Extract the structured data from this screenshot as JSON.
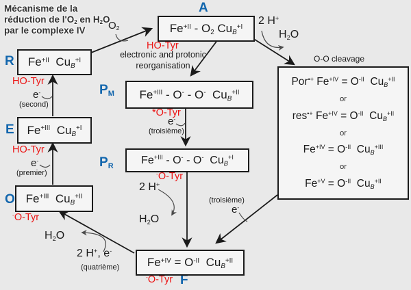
{
  "colors": {
    "background": "#e9e9e9",
    "box_fill": "#f5f5f5",
    "box_border": "#1b1b1b",
    "state_blue": "#1266ad",
    "tyr_red": "#ec1313",
    "text": "#1b1b1b"
  },
  "title": {
    "line1": [
      {
        "t": "Mécanisme de la"
      }
    ],
    "line2": [
      {
        "t": "réduction de l'O"
      },
      {
        "t": "2",
        "s": "sub"
      },
      {
        "t": " en H"
      },
      {
        "t": "2",
        "s": "sub"
      },
      {
        "t": "O"
      }
    ],
    "line3": [
      {
        "t": "par le complexe IV"
      }
    ]
  },
  "states": {
    "A": {
      "letter": "A",
      "formula": [
        {
          "t": "Fe"
        },
        {
          "t": "+II",
          "s": "sup"
        },
        {
          "t": " - O"
        },
        {
          "t": "2",
          "s": "sub"
        },
        {
          "t": " Cu"
        },
        {
          "t": "B",
          "s": "subi"
        },
        {
          "t": "+I",
          "s": "sup"
        }
      ],
      "tyr": [
        {
          "t": "HO-Tyr"
        }
      ]
    },
    "R": {
      "letter": "R",
      "formula": [
        {
          "t": "Fe"
        },
        {
          "t": "+II",
          "s": "sup"
        },
        {
          "t": "  Cu"
        },
        {
          "t": "B",
          "s": "subi"
        },
        {
          "t": "+I",
          "s": "sup"
        }
      ],
      "tyr": [
        {
          "t": "HO-Tyr"
        }
      ]
    },
    "E": {
      "letter": "E",
      "formula": [
        {
          "t": "Fe"
        },
        {
          "t": "+III",
          "s": "sup"
        },
        {
          "t": "  Cu"
        },
        {
          "t": "B",
          "s": "subi"
        },
        {
          "t": "+I",
          "s": "sup"
        }
      ],
      "tyr": [
        {
          "t": "HO-Tyr"
        }
      ]
    },
    "O": {
      "letter": "O",
      "formula": [
        {
          "t": "Fe"
        },
        {
          "t": "+III",
          "s": "sup"
        },
        {
          "t": "  Cu"
        },
        {
          "t": "B",
          "s": "subi"
        },
        {
          "t": "+II",
          "s": "sup"
        }
      ],
      "tyr": [
        {
          "t": "-",
          "s": "sup"
        },
        {
          "t": "O-Tyr"
        }
      ]
    },
    "PM": {
      "letter": [
        {
          "t": "P"
        },
        {
          "t": "M",
          "s": "sub"
        }
      ],
      "formula": [
        {
          "t": "Fe"
        },
        {
          "t": "+III",
          "s": "sup"
        },
        {
          "t": " - O"
        },
        {
          "t": "-",
          "s": "sup"
        },
        {
          "t": " - O"
        },
        {
          "t": "-",
          "s": "sup"
        },
        {
          "t": "  Cu"
        },
        {
          "t": "B",
          "s": "subi"
        },
        {
          "t": "+II",
          "s": "sup"
        }
      ],
      "tyr": [
        {
          "t": "*O-Tyr"
        }
      ]
    },
    "PR": {
      "letter": [
        {
          "t": "P"
        },
        {
          "t": "R",
          "s": "sub"
        }
      ],
      "formula": [
        {
          "t": "Fe"
        },
        {
          "t": "+III",
          "s": "sup"
        },
        {
          "t": " - O"
        },
        {
          "t": "-",
          "s": "sup"
        },
        {
          "t": " - O"
        },
        {
          "t": "-",
          "s": "sup"
        },
        {
          "t": "  Cu"
        },
        {
          "t": "B",
          "s": "subi"
        },
        {
          "t": "+I",
          "s": "sup"
        }
      ],
      "tyr": [
        {
          "t": "-",
          "s": "sup"
        },
        {
          "t": "O-Tyr"
        }
      ]
    },
    "F": {
      "letter": "F",
      "formula": [
        {
          "t": "Fe"
        },
        {
          "t": "+IV",
          "s": "sup"
        },
        {
          "t": " = O"
        },
        {
          "t": "-II",
          "s": "sup"
        },
        {
          "t": "  Cu"
        },
        {
          "t": "B",
          "s": "subi"
        },
        {
          "t": "+II",
          "s": "sup"
        }
      ],
      "tyr": [
        {
          "t": "-",
          "s": "sup"
        },
        {
          "t": "O-Tyr"
        }
      ]
    }
  },
  "cleavage": {
    "title": "O-O cleavage",
    "or": "or",
    "options": {
      "o1": [
        {
          "t": "Por"
        },
        {
          "t": "•+",
          "s": "sup"
        },
        {
          "t": " Fe"
        },
        {
          "t": "+IV",
          "s": "sup"
        },
        {
          "t": " = O"
        },
        {
          "t": "-II",
          "s": "sup"
        },
        {
          "t": "  Cu"
        },
        {
          "t": "B",
          "s": "subi"
        },
        {
          "t": "+II",
          "s": "sup"
        }
      ],
      "o2": [
        {
          "t": "res"
        },
        {
          "t": "•+",
          "s": "sup"
        },
        {
          "t": " Fe"
        },
        {
          "t": "+IV",
          "s": "sup"
        },
        {
          "t": " = O"
        },
        {
          "t": "-II",
          "s": "sup"
        },
        {
          "t": "  Cu"
        },
        {
          "t": "B",
          "s": "subi"
        },
        {
          "t": "+II",
          "s": "sup"
        }
      ],
      "o3": [
        {
          "t": "Fe"
        },
        {
          "t": "+IV",
          "s": "sup"
        },
        {
          "t": " = O"
        },
        {
          "t": "-II",
          "s": "sup"
        },
        {
          "t": "  Cu"
        },
        {
          "t": "B",
          "s": "subi"
        },
        {
          "t": "+III",
          "s": "sup"
        }
      ],
      "o4": [
        {
          "t": "Fe"
        },
        {
          "t": "+V",
          "s": "sup"
        },
        {
          "t": " = O"
        },
        {
          "t": "-II",
          "s": "sup"
        },
        {
          "t": "  Cu"
        },
        {
          "t": "B",
          "s": "subi"
        },
        {
          "t": "+II",
          "s": "sup"
        }
      ]
    }
  },
  "labels": {
    "o2_in": [
      {
        "t": "O"
      },
      {
        "t": "2",
        "s": "sub"
      }
    ],
    "h_top": [
      {
        "t": "2 H"
      },
      {
        "t": "+",
        "s": "sup"
      }
    ],
    "h2o_top": [
      {
        "t": "H"
      },
      {
        "t": "2",
        "s": "sub"
      },
      {
        "t": "O"
      }
    ],
    "e_second": [
      {
        "t": "e"
      },
      {
        "t": "-",
        "s": "sup"
      }
    ],
    "e_second_note": "(second)",
    "e_premier": [
      {
        "t": "e"
      },
      {
        "t": "-",
        "s": "sup"
      }
    ],
    "e_premier_note": "(premier)",
    "e_troisieme": [
      {
        "t": "e"
      },
      {
        "t": "-",
        "s": "sup"
      }
    ],
    "e_troisieme_note": "(troisième)",
    "e_troisieme_b": [
      {
        "t": "e"
      },
      {
        "t": "-",
        "s": "sup"
      }
    ],
    "e_troisieme_b_note": "(troisième)",
    "h_mid": [
      {
        "t": "2 H"
      },
      {
        "t": "+",
        "s": "sup"
      }
    ],
    "h2o_mid": [
      {
        "t": "H"
      },
      {
        "t": "2",
        "s": "sub"
      },
      {
        "t": "O"
      }
    ],
    "h2o_bot": [
      {
        "t": "H"
      },
      {
        "t": "2",
        "s": "sub"
      },
      {
        "t": "O"
      }
    ],
    "he_bot": [
      {
        "t": "2 H"
      },
      {
        "t": "+",
        "s": "sup"
      },
      {
        "t": ", e"
      },
      {
        "t": "-",
        "s": "sup"
      }
    ],
    "he_bot_note": "(quatrième)",
    "reorg_line1": "electronic and protonic",
    "reorg_line2": "reorganisation"
  }
}
